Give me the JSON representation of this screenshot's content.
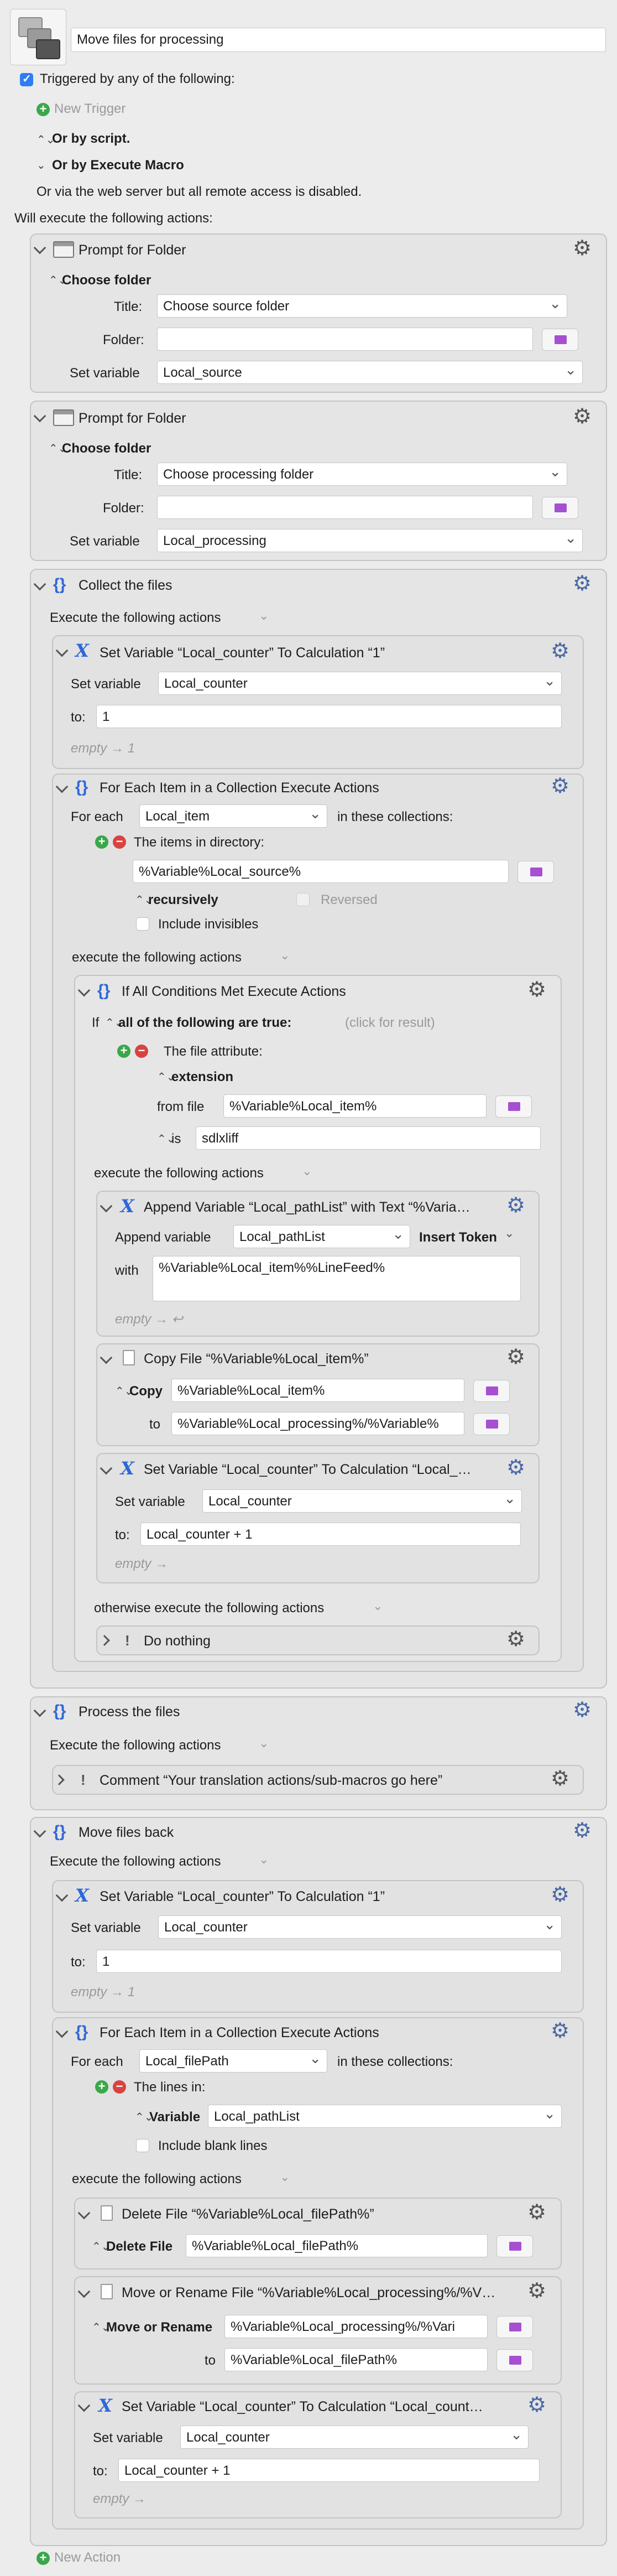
{
  "macro": {
    "name": "Move files for processing",
    "triggered_label": "Triggered by any of the following:",
    "new_trigger": "New Trigger",
    "trigger_1": "Or by script.",
    "trigger_2": "Or by Execute Macro",
    "web_note": "Or via the web server but all remote access is disabled.",
    "will_execute": "Will execute the following actions:",
    "new_action": "New Action"
  },
  "labels": {
    "choose_folder": "Choose folder",
    "title": "Title:",
    "folder": "Folder:",
    "set_variable": "Set variable",
    "execute_following": "Execute the following actions",
    "execute_following_lc": "execute the following actions",
    "otherwise": "otherwise execute the following actions",
    "to": "to:",
    "empty": "empty",
    "for_each": "For each",
    "in_collections": "in these collections:",
    "items_in_dir": "The items in directory:",
    "recursively": "recursively",
    "reversed": "Reversed",
    "include_invisibles": "Include invisibles",
    "if": "If",
    "all_true": "all of the following are true:",
    "click_result": "(click for result)",
    "file_attribute": "The file attribute:",
    "extension": "extension",
    "from_file": "from file",
    "is": "is",
    "append_variable": "Append variable",
    "insert_token": "Insert Token",
    "with": "with",
    "copy": "Copy",
    "to_plain": "to",
    "lines_in": "The lines in:",
    "variable": "Variable",
    "include_blank": "Include blank lines",
    "delete_file": "Delete File",
    "move_or_rename": "Move or Rename"
  },
  "actions": {
    "prompt1": {
      "title": "Prompt for Folder",
      "title_value": "Choose source folder",
      "variable": "Local_source"
    },
    "prompt2": {
      "title": "Prompt for Folder",
      "title_value": "Choose processing folder",
      "variable": "Local_processing"
    },
    "collect": {
      "title": "Collect the files"
    },
    "setvar1": {
      "title": "Set Variable “Local_counter” To Calculation “1”",
      "variable": "Local_counter",
      "value": "1",
      "result": "empty → 1"
    },
    "foreach1": {
      "title": "For Each Item in a Collection Execute Actions",
      "item": "Local_item",
      "dir": "%Variable%Local_source%"
    },
    "ifall": {
      "title": "If All Conditions Met Execute Actions",
      "from_file": "%Variable%Local_item%",
      "is_value": "sdlxliff"
    },
    "append": {
      "title": "Append Variable “Local_pathList” with Text “%Varia…",
      "variable": "Local_pathList",
      "text": "%Variable%Local_item%%LineFeed%",
      "result": "empty → ↩"
    },
    "copy": {
      "title": "Copy File “%Variable%Local_item%”",
      "from": "%Variable%Local_item%",
      "to": "%Variable%Local_processing%/%Variable%"
    },
    "setvar2": {
      "title": "Set Variable “Local_counter” To Calculation “Local_…",
      "variable": "Local_counter",
      "value": "Local_counter + 1",
      "result": "empty →"
    },
    "donothing": {
      "title": "Do nothing"
    },
    "process": {
      "title": "Process the files"
    },
    "comment": {
      "title": "Comment “Your translation actions/sub-macros go here”"
    },
    "moveback": {
      "title": "Move files back"
    },
    "setvar3": {
      "title": "Set Variable “Local_counter” To Calculation “1”",
      "variable": "Local_counter",
      "value": "1",
      "result": "empty → 1"
    },
    "foreach2": {
      "title": "For Each Item in a Collection Execute Actions",
      "item": "Local_filePath",
      "variable": "Local_pathList"
    },
    "delete": {
      "title": "Delete File “%Variable%Local_filePath%”",
      "file": "%Variable%Local_filePath%"
    },
    "move": {
      "title": "Move or Rename File “%Variable%Local_processing%/%V…",
      "from": "%Variable%Local_processing%/%Vari",
      "to": "%Variable%Local_filePath%"
    },
    "setvar4": {
      "title": "Set Variable “Local_counter” To Calculation “Local_count…",
      "variable": "Local_counter",
      "value": "Local_counter + 1",
      "result": "empty →"
    }
  }
}
